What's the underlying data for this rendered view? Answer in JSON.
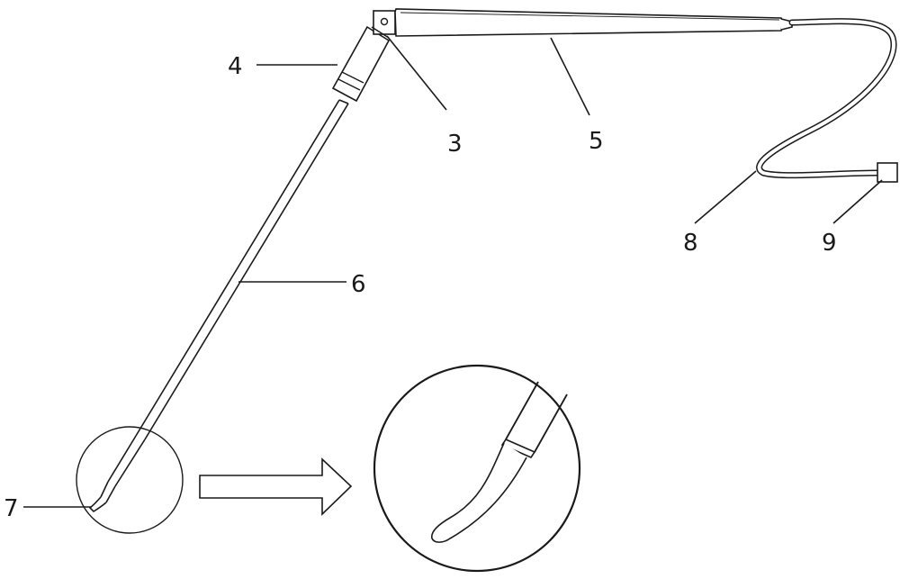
{
  "diagram": {
    "labels": {
      "part_3": "3",
      "part_4": "4",
      "part_5": "5",
      "part_6": "6",
      "part_7": "7",
      "part_8": "8",
      "part_9": "9"
    }
  }
}
